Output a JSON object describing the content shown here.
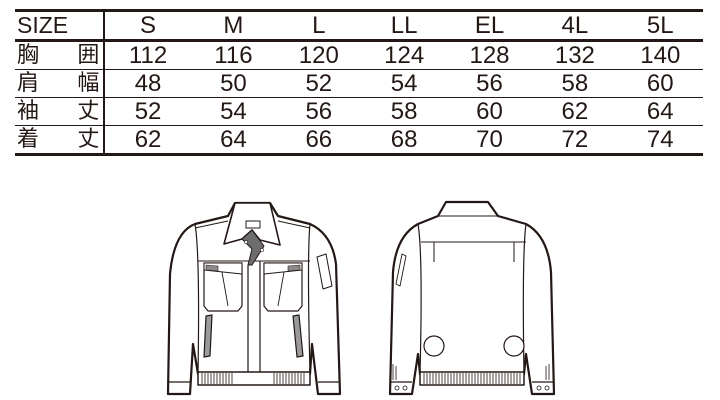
{
  "size_chart": {
    "header": {
      "label": "SIZE",
      "sizes": [
        "S",
        "M",
        "L",
        "LL",
        "EL",
        "4L",
        "5L"
      ]
    },
    "rows": [
      {
        "label": "胸 囲",
        "values": [
          "112",
          "116",
          "120",
          "124",
          "128",
          "132",
          "140"
        ]
      },
      {
        "label": "肩 幅",
        "values": [
          "48",
          "50",
          "52",
          "54",
          "56",
          "58",
          "60"
        ]
      },
      {
        "label": "袖 丈",
        "values": [
          "52",
          "54",
          "56",
          "58",
          "60",
          "62",
          "64"
        ]
      },
      {
        "label": "着 丈",
        "values": [
          "62",
          "64",
          "66",
          "68",
          "70",
          "72",
          "74"
        ]
      }
    ]
  },
  "illustrations": {
    "front": "jacket-front-view",
    "back": "jacket-back-view"
  },
  "colors": {
    "line": "#231815",
    "accent_gray": "#7a7a7a",
    "background": "#ffffff"
  }
}
